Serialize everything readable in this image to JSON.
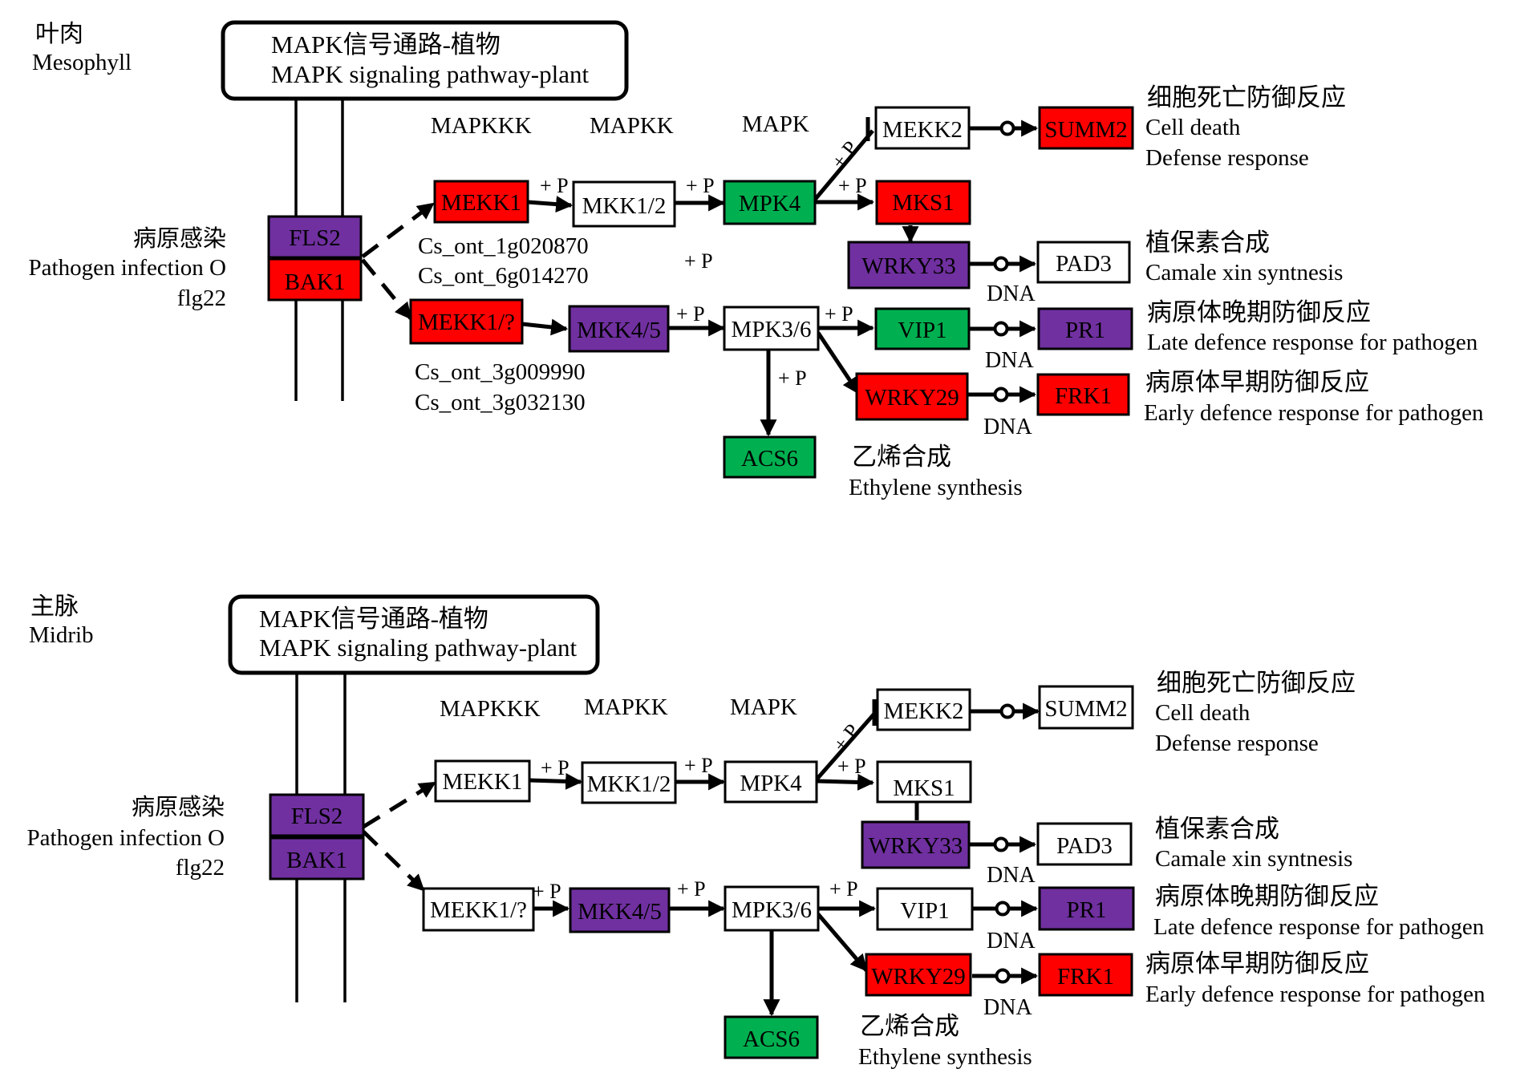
{
  "colors": {
    "red": "#ff0000",
    "green": "#00b050",
    "purple": "#7030a0",
    "white": "#ffffff"
  },
  "panels": [
    {
      "tissue_cn": "叶肉",
      "tissue_en": "Mesophyll",
      "pathway_title_cn": "MAPK信号通路-植物",
      "pathway_title_en": "MAPK signaling pathway-plant",
      "tier_labels": [
        "MAPKKK",
        "MAPKK",
        "MAPK"
      ],
      "input_label_cn": "病原感染",
      "input_label_en": "Pathogen infection O",
      "ligand": "flg22",
      "nodes": [
        {
          "id": "fls2",
          "label": "FLS2",
          "color": "purple"
        },
        {
          "id": "bak1",
          "label": "BAK1",
          "color": "red"
        },
        {
          "id": "mekk1",
          "label": "MEKK1",
          "color": "red"
        },
        {
          "id": "mkk12",
          "label": "MKK1/2",
          "color": "white"
        },
        {
          "id": "mpk4",
          "label": "MPK4",
          "color": "green"
        },
        {
          "id": "mekk2",
          "label": "MEKK2",
          "color": "white"
        },
        {
          "id": "summ2",
          "label": "SUMM2",
          "color": "red"
        },
        {
          "id": "mks1",
          "label": "MKS1",
          "color": "red"
        },
        {
          "id": "wrky33",
          "label": "WRKY33",
          "color": "purple"
        },
        {
          "id": "pad3",
          "label": "PAD3",
          "color": "white"
        },
        {
          "id": "mekk1q",
          "label": "MEKK1/?",
          "color": "red"
        },
        {
          "id": "mkk45",
          "label": "MKK4/5",
          "color": "purple"
        },
        {
          "id": "mpk36",
          "label": "MPK3/6",
          "color": "white"
        },
        {
          "id": "vip1",
          "label": "VIP1",
          "color": "green"
        },
        {
          "id": "pr1",
          "label": "PR1",
          "color": "purple"
        },
        {
          "id": "wrky29",
          "label": "WRKY29",
          "color": "red"
        },
        {
          "id": "frk1",
          "label": "FRK1",
          "color": "red"
        },
        {
          "id": "acs6",
          "label": "ACS6",
          "color": "green"
        }
      ],
      "gene_ids_upper": [
        "Cs_ont_1g020870",
        "Cs_ont_6g014270"
      ],
      "gene_ids_lower": [
        "Cs_ont_3g009990",
        "Cs_ont_3g032130"
      ],
      "phospho_label": "+ P",
      "dna_label": "DNA",
      "responses": [
        {
          "cn": "细胞死亡防御反应",
          "en": [
            "Cell death",
            "Defense response"
          ]
        },
        {
          "cn": "植保素合成",
          "en": [
            "Camale xin syntnesis"
          ]
        },
        {
          "cn": "病原体晚期防御反应",
          "en": [
            "Late defence response for pathogen"
          ]
        },
        {
          "cn": "病原体早期防御反应",
          "en": [
            "Early defence response for pathogen"
          ]
        },
        {
          "cn": "乙烯合成",
          "en": [
            "Ethylene synthesis"
          ]
        }
      ]
    },
    {
      "tissue_cn": "主脉",
      "tissue_en": "Midrib",
      "pathway_title_cn": "MAPK信号通路-植物",
      "pathway_title_en": "MAPK signaling pathway-plant",
      "tier_labels": [
        "MAPKKK",
        "MAPKK",
        "MAPK"
      ],
      "input_label_cn": "病原感染",
      "input_label_en": "Pathogen infection O",
      "ligand": "flg22",
      "nodes": [
        {
          "id": "fls2",
          "label": "FLS2",
          "color": "purple"
        },
        {
          "id": "bak1",
          "label": "BAK1",
          "color": "purple"
        },
        {
          "id": "mekk1",
          "label": "MEKK1",
          "color": "white"
        },
        {
          "id": "mkk12",
          "label": "MKK1/2",
          "color": "white"
        },
        {
          "id": "mpk4",
          "label": "MPK4",
          "color": "white"
        },
        {
          "id": "mekk2",
          "label": "MEKK2",
          "color": "white"
        },
        {
          "id": "summ2",
          "label": "SUMM2",
          "color": "white"
        },
        {
          "id": "mks1",
          "label": "MKS1",
          "color": "white"
        },
        {
          "id": "wrky33",
          "label": "WRKY33",
          "color": "purple"
        },
        {
          "id": "pad3",
          "label": "PAD3",
          "color": "white"
        },
        {
          "id": "mekk1q",
          "label": "MEKK1/?",
          "color": "white"
        },
        {
          "id": "mkk45",
          "label": "MKK4/5",
          "color": "purple"
        },
        {
          "id": "mpk36",
          "label": "MPK3/6",
          "color": "white"
        },
        {
          "id": "vip1",
          "label": "VIP1",
          "color": "white"
        },
        {
          "id": "pr1",
          "label": "PR1",
          "color": "purple"
        },
        {
          "id": "wrky29",
          "label": "WRKY29",
          "color": "red"
        },
        {
          "id": "frk1",
          "label": "FRK1",
          "color": "red"
        },
        {
          "id": "acs6",
          "label": "ACS6",
          "color": "green"
        }
      ],
      "gene_ids_upper": [],
      "gene_ids_lower": [],
      "phospho_label": "+ P",
      "dna_label": "DNA",
      "responses": [
        {
          "cn": "细胞死亡防御反应",
          "en": [
            "Cell death",
            "Defense response"
          ]
        },
        {
          "cn": "植保素合成",
          "en": [
            "Camale xin syntnesis"
          ]
        },
        {
          "cn": "病原体晚期防御反应",
          "en": [
            "Late defence response for pathogen"
          ]
        },
        {
          "cn": "病原体早期防御反应",
          "en": [
            "Early defence response for pathogen"
          ]
        },
        {
          "cn": "乙烯合成",
          "en": [
            "Ethylene synthesis"
          ]
        }
      ]
    }
  ]
}
